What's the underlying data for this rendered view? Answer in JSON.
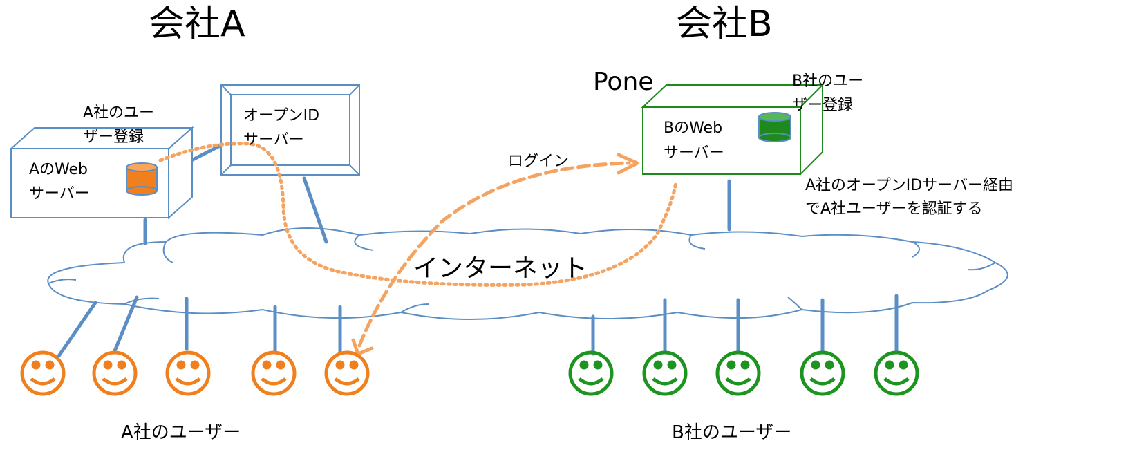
{
  "company_a": {
    "title": "会社A",
    "web_server": "AのWeb\nサーバー",
    "user_registry": "A社のユー\nザー登録",
    "openid_server": "オープンID\nサーバー",
    "users_label": "A社のユーザー",
    "color": "#f07f1e"
  },
  "company_b": {
    "title": "会社B",
    "pone": "Pone",
    "web_server": "BのWeb\nサーバー",
    "user_registry": "B社のユー\nザー登録",
    "auth_note": "A社のオープンIDサーバー経由\nでA社ユーザーを認証する",
    "users_label": "B社のユーザー",
    "color": "#1e9420"
  },
  "network": {
    "internet": "インターネット",
    "login": "ログイン",
    "line_color": "#5b8ec4",
    "arrow_color": "#f4a460"
  }
}
